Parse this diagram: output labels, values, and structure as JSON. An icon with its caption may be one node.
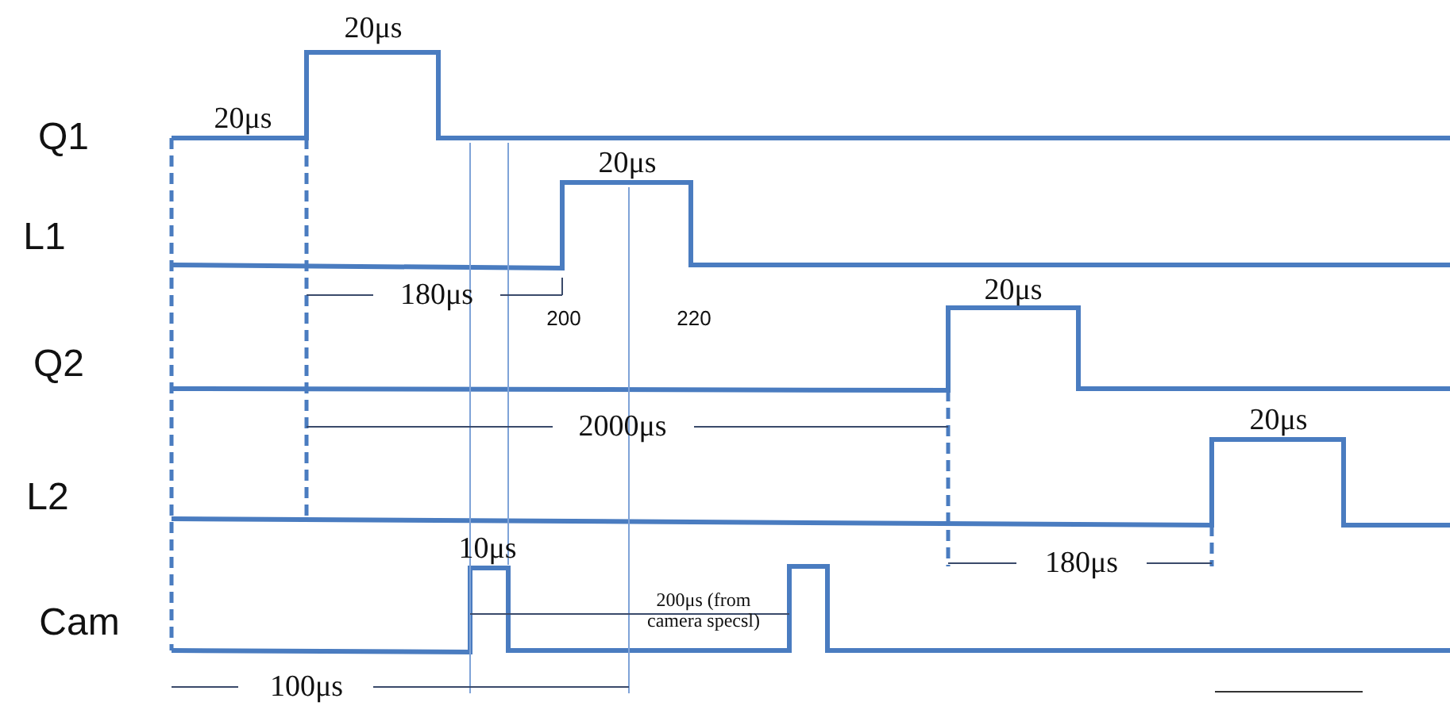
{
  "diagram": {
    "labels": [
      "20μs",
      "Q1",
      "20μs",
      "20μs",
      "L1",
      "180μs",
      "200",
      "220",
      "20μs",
      "Q2",
      "2000μs",
      "20μs",
      "L2",
      "10μs",
      "200μs (from camera specsl)",
      "Cam",
      "180μs",
      "100μs"
    ]
  }
}
